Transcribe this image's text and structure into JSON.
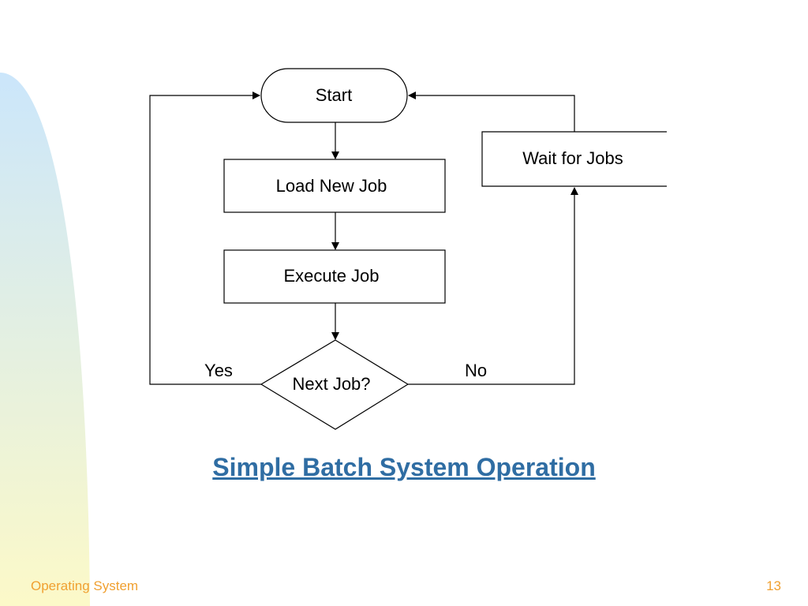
{
  "slide": {
    "title": "Simple Batch System Operation",
    "footer_left": "Operating System",
    "page_number": "13"
  },
  "diagram": {
    "nodes": {
      "start": "Start",
      "load": "Load New Job",
      "execute": "Execute Job",
      "decision": "Next Job?",
      "wait": "Wait for Jobs"
    },
    "edges": {
      "yes": "Yes",
      "no": "No"
    }
  },
  "colors": {
    "caption": "#2f6da3",
    "footer": "#f0a030",
    "band_top": "#cbe6fb",
    "band_bottom": "#fcf9c8"
  }
}
